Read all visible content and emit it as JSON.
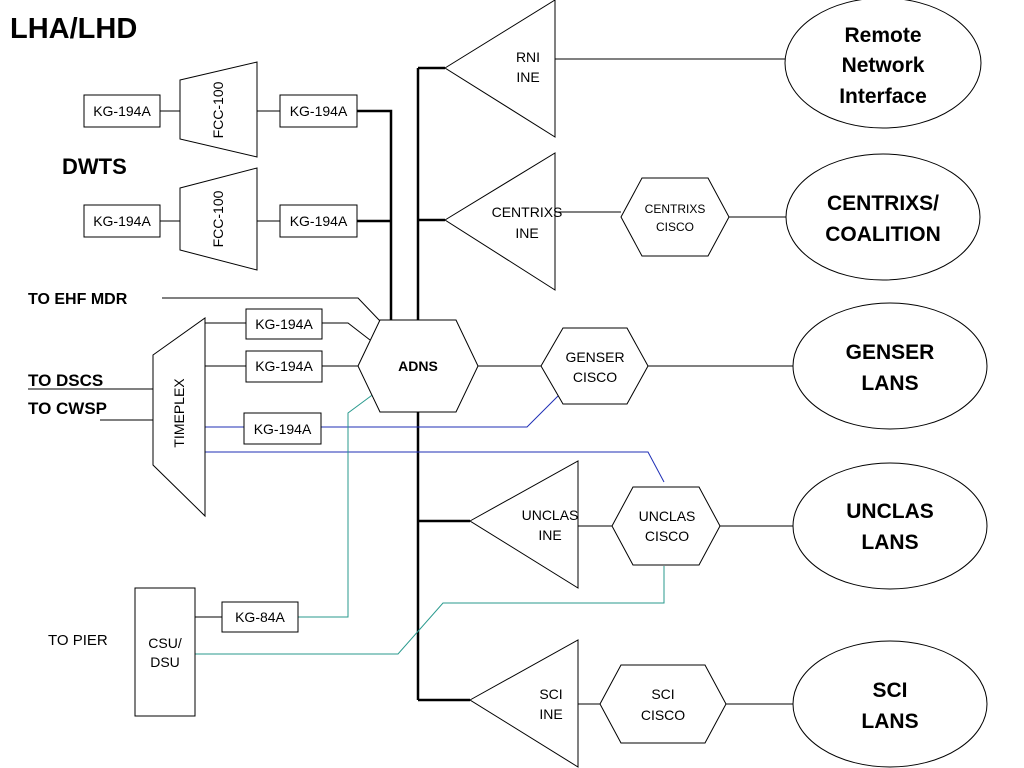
{
  "title": "LHA/LHD",
  "dwts_label": "DWTS",
  "side_labels": {
    "to_ehf_mdr": "TO EHF MDR",
    "to_dscs": "TO DSCS",
    "to_cwsp": "TO CWSP",
    "to_pier": "TO PIER"
  },
  "kg": {
    "kg1_left": "KG-194A",
    "kg1_right": "KG-194A",
    "kg2_left": "KG-194A",
    "kg2_right": "KG-194A",
    "kg_t1": "KG-194A",
    "kg_t2": "KG-194A",
    "kg_t3": "KG-194A",
    "kg84": "KG-84A"
  },
  "fcc": {
    "fcc1": "FCC-100",
    "fcc2": "FCC-100"
  },
  "timeplex": "TIMEPLEX",
  "csu": {
    "line1": "CSU/",
    "line2": "DSU"
  },
  "adns": "ADNS",
  "ine": {
    "rni": {
      "line1": "RNI",
      "line2": "INE"
    },
    "centrixs": {
      "line1": "CENTRIXS",
      "line2": "INE"
    },
    "unclas": {
      "line1": "UNCLAS",
      "line2": "INE"
    },
    "sci": {
      "line1": "SCI",
      "line2": "INE"
    }
  },
  "cisco": {
    "centrixs": {
      "line1": "CENTRIXS",
      "line2": "CISCO"
    },
    "genser": {
      "line1": "GENSER",
      "line2": "CISCO"
    },
    "unclas": {
      "line1": "UNCLAS",
      "line2": "CISCO"
    },
    "sci": {
      "line1": "SCI",
      "line2": "CISCO"
    }
  },
  "networks": {
    "remote": {
      "line1": "Remote",
      "line2": "Network",
      "line3": "Interface"
    },
    "centrixs": {
      "line1": "CENTRIXS/",
      "line2": "COALITION"
    },
    "genser": {
      "line1": "GENSER",
      "line2": "LANS"
    },
    "unclas": {
      "line1": "UNCLAS",
      "line2": "LANS"
    },
    "sci": {
      "line1": "SCI",
      "line2": "LANS"
    }
  },
  "colors": {
    "blue_link": "#1f2fb5",
    "teal_link": "#2a9a8e",
    "line": "#000000"
  }
}
